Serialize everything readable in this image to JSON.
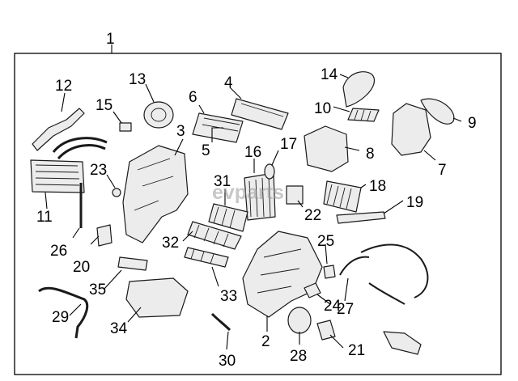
{
  "diagram": {
    "watermark": "evparts",
    "callouts": [
      "1",
      "2",
      "3",
      "4",
      "5",
      "6",
      "7",
      "8",
      "9",
      "10",
      "11",
      "12",
      "13",
      "14",
      "15",
      "16",
      "17",
      "18",
      "19",
      "20",
      "21",
      "22",
      "23",
      "24",
      "25",
      "26",
      "27",
      "28",
      "29",
      "30",
      "31",
      "32",
      "33",
      "34",
      "35"
    ]
  }
}
